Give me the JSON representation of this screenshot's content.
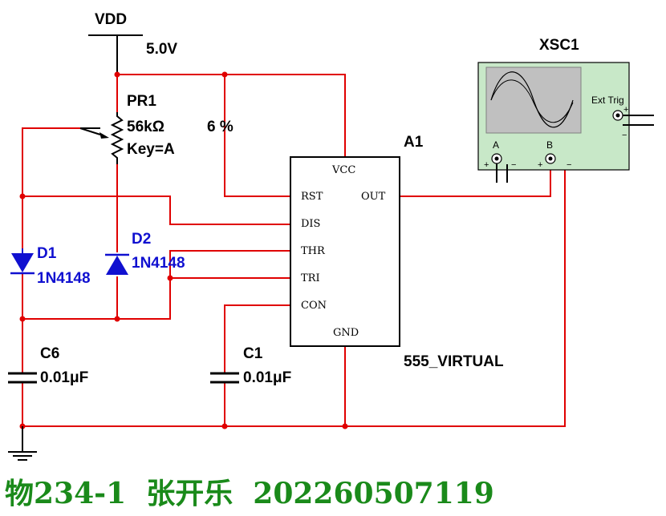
{
  "supply": {
    "name": "VDD",
    "voltage": "5.0V"
  },
  "potentiometer": {
    "ref": "PR1",
    "value": "56kΩ",
    "key": "Key=A",
    "setting": "6 %"
  },
  "diode1": {
    "ref": "D1",
    "model": "1N4148"
  },
  "diode2": {
    "ref": "D2",
    "model": "1N4148"
  },
  "cap6": {
    "ref": "C6",
    "value": "0.01μF"
  },
  "cap1": {
    "ref": "C1",
    "value": "0.01μF"
  },
  "timer": {
    "ref": "A1",
    "part": "555_VIRTUAL",
    "pins": {
      "vcc": "VCC",
      "rst": "RST",
      "dis": "DIS",
      "thr": "THR",
      "tri": "TRI",
      "con": "CON",
      "gnd": "GND",
      "out": "OUT"
    }
  },
  "scope": {
    "ref": "XSC1",
    "ext_trig": "Ext Trig",
    "channel_a": "A",
    "channel_b": "B",
    "plus": "+",
    "minus": "−"
  },
  "footer": "物234-1  张开乐  202260507119",
  "colors": {
    "wire": "#e00000",
    "diode": "#1010d0",
    "scope_body": "#c8e8c8",
    "footer": "#1a8a1a"
  }
}
